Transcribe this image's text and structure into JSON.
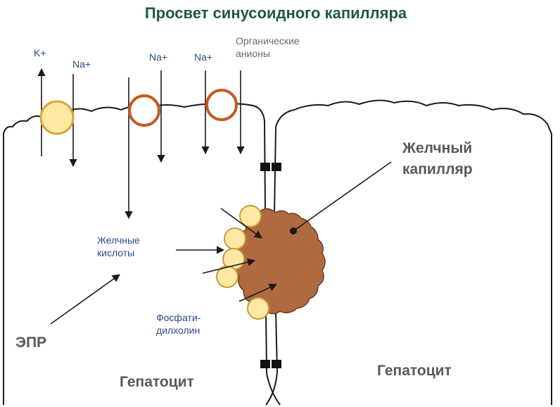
{
  "title": "Просвет синусоидного капилляра",
  "ions": {
    "k": "K+",
    "na1": "Na+",
    "na2": "Na+",
    "na3": "Na+"
  },
  "organic_anions": [
    "Органические",
    "анионы"
  ],
  "bile_capillary": [
    "Желчный",
    "капилляр"
  ],
  "bile_acids": [
    "Желчные",
    "кислоты"
  ],
  "er": "ЭПР",
  "phosphatidylcholine": [
    "Фосфати-",
    "дилхолин"
  ],
  "hepatocyte_left": "Гепатоцит",
  "hepatocyte_right": "Гепатоцит",
  "colors": {
    "title": "#1f5a3c",
    "label_blue": "#2d4a87",
    "capillary_fill": "#b06a3f",
    "transporter_yellow": "#fde9a3",
    "transporter_orange": "#c45a22"
  }
}
